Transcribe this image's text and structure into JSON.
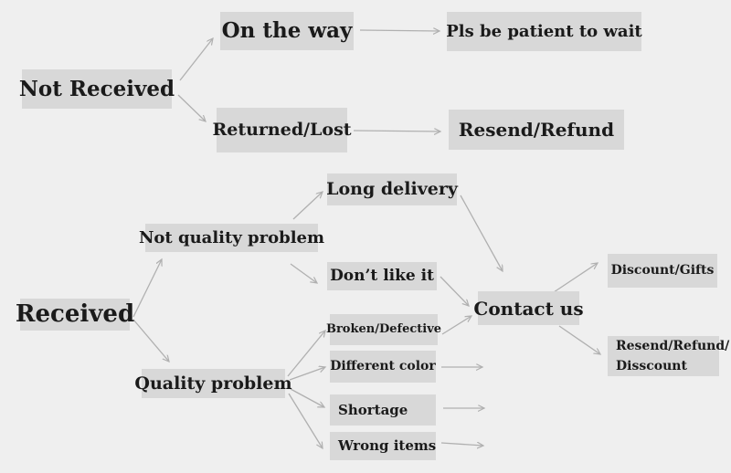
{
  "colors": {
    "background": "#efefef",
    "node_fill": "#d8d8d8",
    "text": "#1a1a1a",
    "arrow": "#b0b0b0"
  },
  "nodes": {
    "not_received": {
      "label": "Not Received"
    },
    "on_the_way": {
      "label": "On the way"
    },
    "pls_be_patient": {
      "label": "Pls be patient to wait"
    },
    "returned_lost": {
      "label": "Returned/Lost"
    },
    "resend_refund": {
      "label": "Resend/Refund"
    },
    "received": {
      "label": "Received"
    },
    "not_quality_problem": {
      "label": "Not quality problem"
    },
    "long_delivery": {
      "label": "Long delivery"
    },
    "dont_like_it": {
      "label": "Don’t like it"
    },
    "contact_us": {
      "label": "Contact us"
    },
    "quality_problem": {
      "label": "Quality problem"
    },
    "broken_defective": {
      "label": "Broken/Defective"
    },
    "different_color": {
      "label": "Different color"
    },
    "shortage": {
      "label": "Shortage"
    },
    "wrong_items": {
      "label": "Wrong items"
    },
    "discount_gifts": {
      "label": "Discount/Gifts"
    },
    "resend_refund_disscount": {
      "line1": "Resend/Refund/",
      "line2": "Disscount"
    }
  },
  "edges": [
    {
      "from": "not_received",
      "to": "on_the_way"
    },
    {
      "from": "not_received",
      "to": "returned_lost"
    },
    {
      "from": "on_the_way",
      "to": "pls_be_patient"
    },
    {
      "from": "returned_lost",
      "to": "resend_refund"
    },
    {
      "from": "received",
      "to": "not_quality_problem"
    },
    {
      "from": "received",
      "to": "quality_problem"
    },
    {
      "from": "not_quality_problem",
      "to": "long_delivery"
    },
    {
      "from": "not_quality_problem",
      "to": "dont_like_it"
    },
    {
      "from": "long_delivery",
      "to": "contact_us"
    },
    {
      "from": "dont_like_it",
      "to": "contact_us"
    },
    {
      "from": "quality_problem",
      "to": "broken_defective"
    },
    {
      "from": "quality_problem",
      "to": "different_color"
    },
    {
      "from": "quality_problem",
      "to": "shortage"
    },
    {
      "from": "quality_problem",
      "to": "wrong_items"
    },
    {
      "from": "broken_defective",
      "to": "contact_us"
    },
    {
      "from": "different_color",
      "to": "contact_us"
    },
    {
      "from": "shortage",
      "to": "contact_us"
    },
    {
      "from": "wrong_items",
      "to": "contact_us"
    },
    {
      "from": "contact_us",
      "to": "discount_gifts"
    },
    {
      "from": "contact_us",
      "to": "resend_refund_disscount"
    }
  ]
}
